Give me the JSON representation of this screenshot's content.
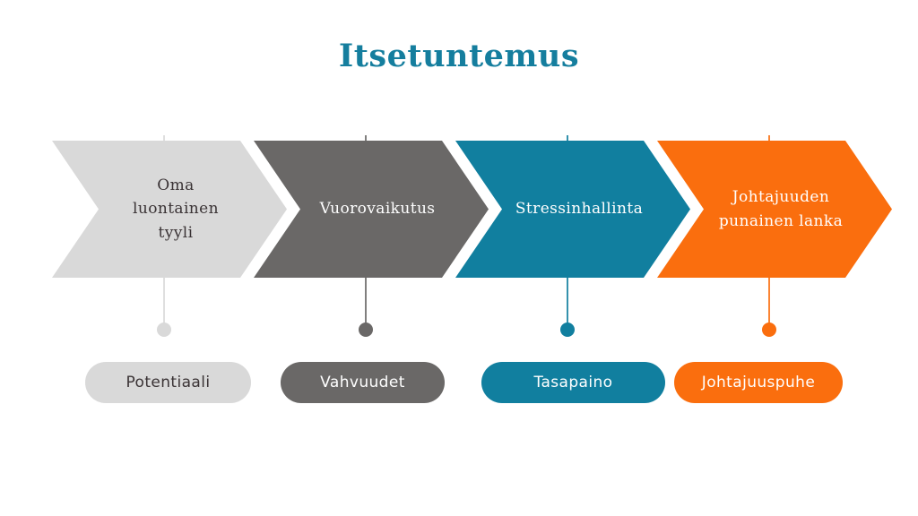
{
  "title": "Itsetuntemus",
  "theme": {
    "background": "#FFFFFF",
    "title_color": "#157E9E",
    "light_gray": "#D9D9D9",
    "dark_gray": "#6A6867",
    "teal": "#117F9F",
    "orange": "#FA6E0E",
    "dark_text": "#3A3335",
    "light_text": "#FFFFFF"
  },
  "steps": [
    {
      "chevron_label": "Oma\nluontainen\ntyyli",
      "pill_label": "Potentiaali",
      "color": "#D9D9D9",
      "text_color": "#3A3335"
    },
    {
      "chevron_label": "Vuorovaikutus",
      "pill_label": "Vahvuudet",
      "color": "#6A6867",
      "text_color": "#FFFFFF"
    },
    {
      "chevron_label": "Stressinhallinta",
      "pill_label": "Tasapaino",
      "color": "#117F9F",
      "text_color": "#FFFFFF"
    },
    {
      "chevron_label": "Johtajuuden\npunainen lanka",
      "pill_label": "Johtajuuspuhe",
      "color": "#FA6E0E",
      "text_color": "#FFFFFF"
    }
  ]
}
